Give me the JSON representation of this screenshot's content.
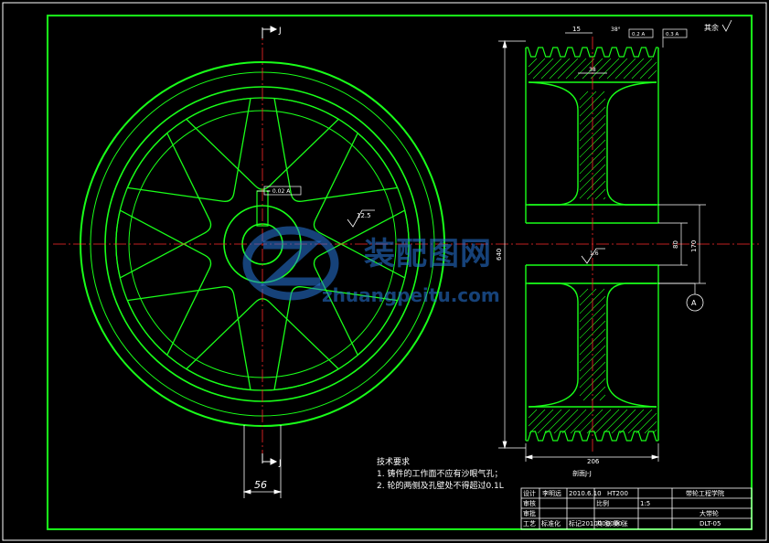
{
  "colors": {
    "background": "#000000",
    "outline": "#ffffff",
    "part": "#19ff19",
    "centerline": "#ff2a2a",
    "dimension": "#ffffff",
    "watermark": "#2a78dc"
  },
  "front_view": {
    "section_mark_top": "J",
    "section_mark_bottom": "J",
    "hub_width_dim": "56",
    "keyway_tolerance": "= 0.02 A",
    "roughness": "12.5"
  },
  "side_view": {
    "section_label": "剖面J-J",
    "groove_pitch": "15",
    "groove_angle": "38°",
    "outer_diameter": "640",
    "bore_diameter": "80",
    "hub_diameter": "170",
    "rim_width": "206",
    "web_thickness": "38",
    "roughness": "1.6",
    "datum": "A",
    "runout_1": "0.2 A",
    "runout_2": "0.3 A"
  },
  "corner_roughness": "其余",
  "notes": {
    "title": "技术要求",
    "items": [
      "1. 铸件的工作面不应有沙眼气孔；",
      "2. 轮的两侧及孔壁处不得超过0.1L"
    ]
  },
  "title_block": {
    "design": "设计",
    "designer": "李明远",
    "date": "2010.6.10",
    "material": "HT200",
    "scale_label": "比例",
    "scale": "1:5",
    "company": "带轮工程学院",
    "check": "审核",
    "review": "审批",
    "process": "工艺",
    "part_name": "大带轮",
    "standard": "标准化",
    "mark": "标记",
    "date_num": "2010000000",
    "sheets": "共  张 第  张",
    "drawing_no": "DLT-05"
  },
  "watermark": {
    "cn": "装配图网",
    "en": "zhuangpeitu.com"
  }
}
